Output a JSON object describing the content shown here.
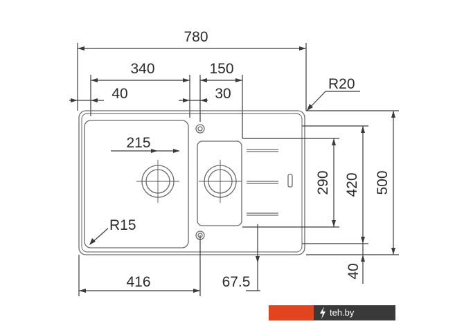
{
  "dimensions": {
    "overall_width": "780",
    "left_bowl_offset": "340",
    "right_bowl_width": "150",
    "left_offset_small": "40",
    "right_offset_small": "30",
    "corner_radius_outer": "R20",
    "drain_spacing": "215",
    "inner_radius": "R15",
    "left_bowl_width": "416",
    "drain_offset": "67.5",
    "bowl_depth": "290",
    "inner_depth": "420",
    "overall_depth": "500",
    "front_edge": "40"
  },
  "branding": {
    "site": "teh.by"
  },
  "colors": {
    "line": "#3a3a3a",
    "brand_orange": "#e2451e",
    "brand_dark": "#3a3a3a"
  }
}
